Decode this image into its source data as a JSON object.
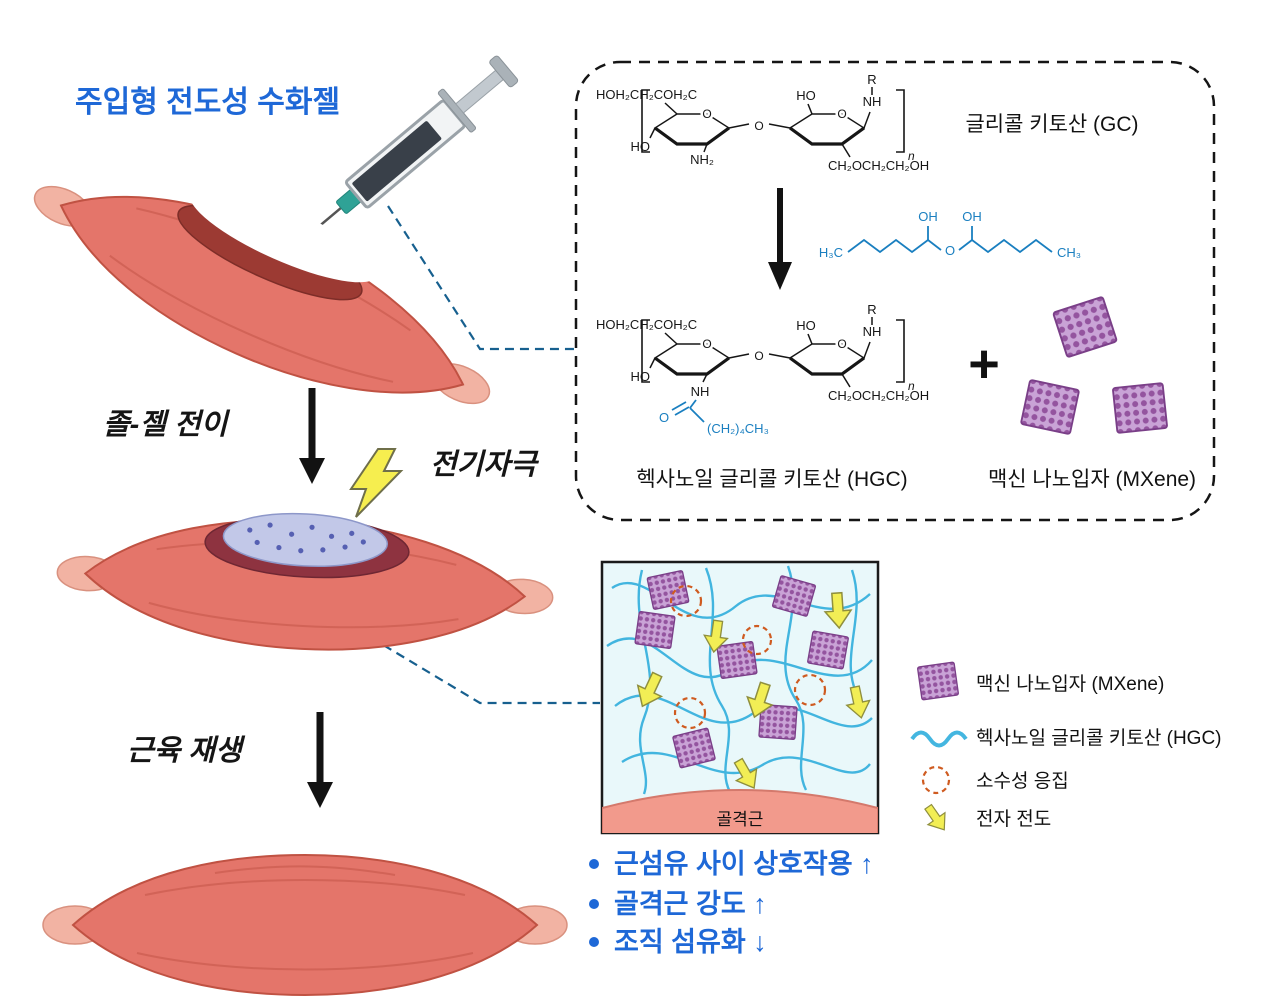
{
  "header": {
    "title": "주입형 전도성 수화젤"
  },
  "flow": {
    "sol_gel": "졸-젤 전이",
    "stimulation": "전기자극",
    "regeneration": "근육 재생"
  },
  "synthesis": {
    "gc_label": "글리콜 키토산 (GC)",
    "hgc_label": "헥사노일 글리콜 키토산 (HGC)",
    "mxene_label": "맥신 나노입자 (MXene)",
    "plus": "+",
    "gc": {
      "c6": "HOH₂CH₂COH₂C",
      "ho_left": "HO",
      "nh2": "NH₂",
      "ring_o1": "O",
      "ring_o2": "O",
      "bridge_o": "O",
      "ho_top": "HO",
      "nh": "NH",
      "r": "R",
      "c6_right": "CH₂OCH₂CH₂OH",
      "n": "n"
    },
    "linker": {
      "h3c": "H₃C",
      "oh1": "OH",
      "oh2": "OH",
      "o": "O",
      "ch3": "CH₃"
    },
    "hgc": {
      "c6": "HOH₂CH₂COH₂C",
      "ho_left": "HO",
      "ring_o1": "O",
      "ring_o2": "O",
      "bridge_o": "O",
      "ho_top": "HO",
      "nh": "NH",
      "r": "R",
      "nh_amide": "NH",
      "carbonyl_o": "O",
      "chain": "(CH₂)₄CH₃",
      "c6_right": "CH₂OCH₂CH₂OH",
      "n": "n"
    }
  },
  "network": {
    "muscle_label": "골격근"
  },
  "legend": {
    "items": [
      {
        "icon": "mxene-cube-icon",
        "label": "맥신 나노입자 (MXene)"
      },
      {
        "icon": "hgc-polymer-icon",
        "label": "헥사노일 글리콜 키토산 (HGC)"
      },
      {
        "icon": "hydrophobic-aggregation-icon",
        "label": "소수성 응집"
      },
      {
        "icon": "electron-conduction-arrow-icon",
        "label": "전자 전도"
      }
    ]
  },
  "outcomes": {
    "items": [
      "근섬유 사이 상호작용 ↑",
      "골격근 강도 ↑",
      "조직 섬유화 ↓"
    ]
  },
  "colors": {
    "accent-blue": "#1e68d7",
    "chem-blue": "#1a7fc0",
    "connector-blue": "#17608f",
    "mxene-purple": "#94549f",
    "mxene-light": "#c9a3d6",
    "polymer-blue": "#3ab2de",
    "hydrophobic-orange": "#cf5b20",
    "electron-yellow": "#f2ee55",
    "muscle-red": "#e4756a",
    "muscle-dark": "#c05243",
    "tendon-pink": "#f2b3a3",
    "wound-dark": "#8e3340",
    "gel-periwinkle": "#c2c8e8",
    "gel-dot": "#5660b2",
    "tissue-pink": "#f29a8c",
    "net-bg": "#e9f8fa"
  }
}
